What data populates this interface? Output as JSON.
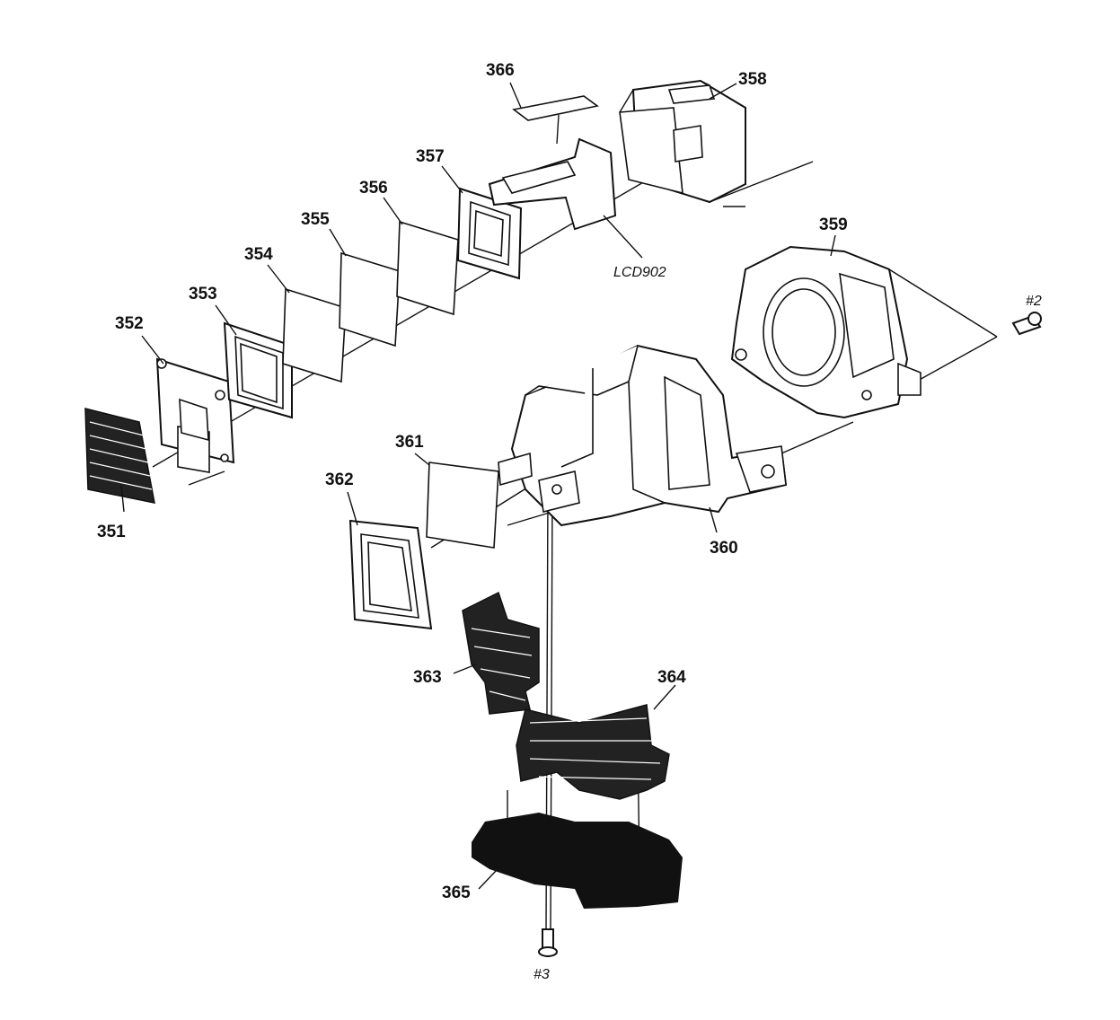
{
  "labels": {
    "p351": "351",
    "p352": "352",
    "p353": "353",
    "p354": "354",
    "p355": "355",
    "p356": "356",
    "p357": "357",
    "p358": "358",
    "p359": "359",
    "p360": "360",
    "p361": "361",
    "p362": "362",
    "p363": "363",
    "p364": "364",
    "p365": "365",
    "p366": "366",
    "lcd": "LCD902",
    "screw2": "#2",
    "screw3": "#3"
  }
}
